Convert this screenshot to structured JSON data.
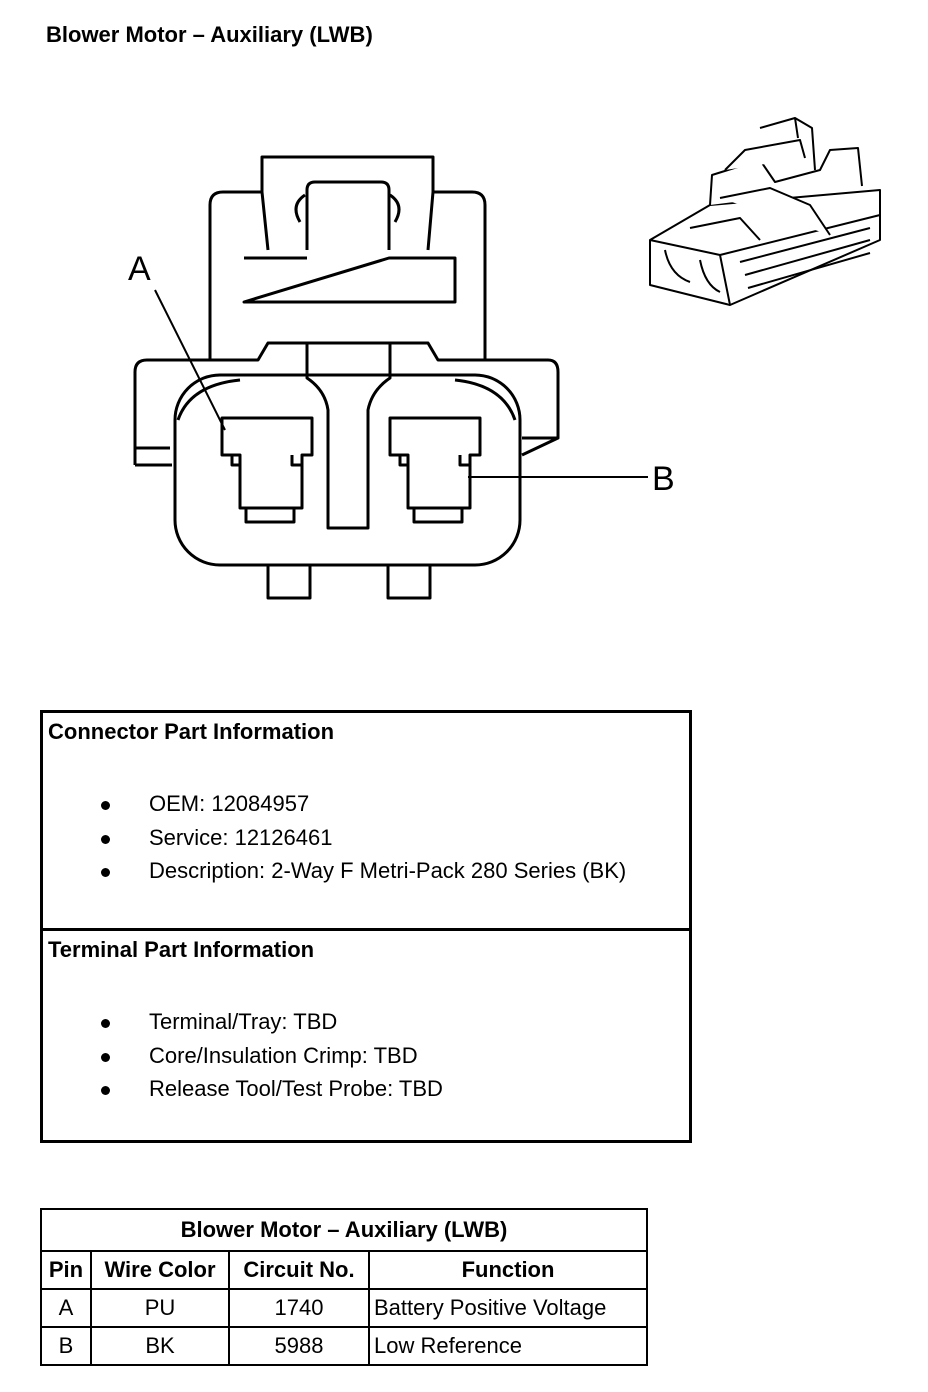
{
  "title": "Blower Motor – Auxiliary (LWB)",
  "pin_labels": {
    "a": "A",
    "b": "B"
  },
  "connector_info": {
    "heading": "Connector Part Information",
    "items": [
      "OEM: 12084957",
      "Service: 12126461",
      "Description: 2-Way F Metri-Pack 280 Series (BK)"
    ]
  },
  "terminal_info": {
    "heading": "Terminal Part Information",
    "items": [
      "Terminal/Tray: TBD",
      "Core/Insulation Crimp: TBD",
      "Release Tool/Test Probe: TBD"
    ]
  },
  "pin_table": {
    "caption": "Blower Motor – Auxiliary (LWB)",
    "headers": [
      "Pin",
      "Wire Color",
      "Circuit No.",
      "Function"
    ],
    "rows": [
      [
        "A",
        "PU",
        "1740",
        "Battery Positive Voltage"
      ],
      [
        "B",
        "BK",
        "5988",
        "Low Reference"
      ]
    ]
  }
}
